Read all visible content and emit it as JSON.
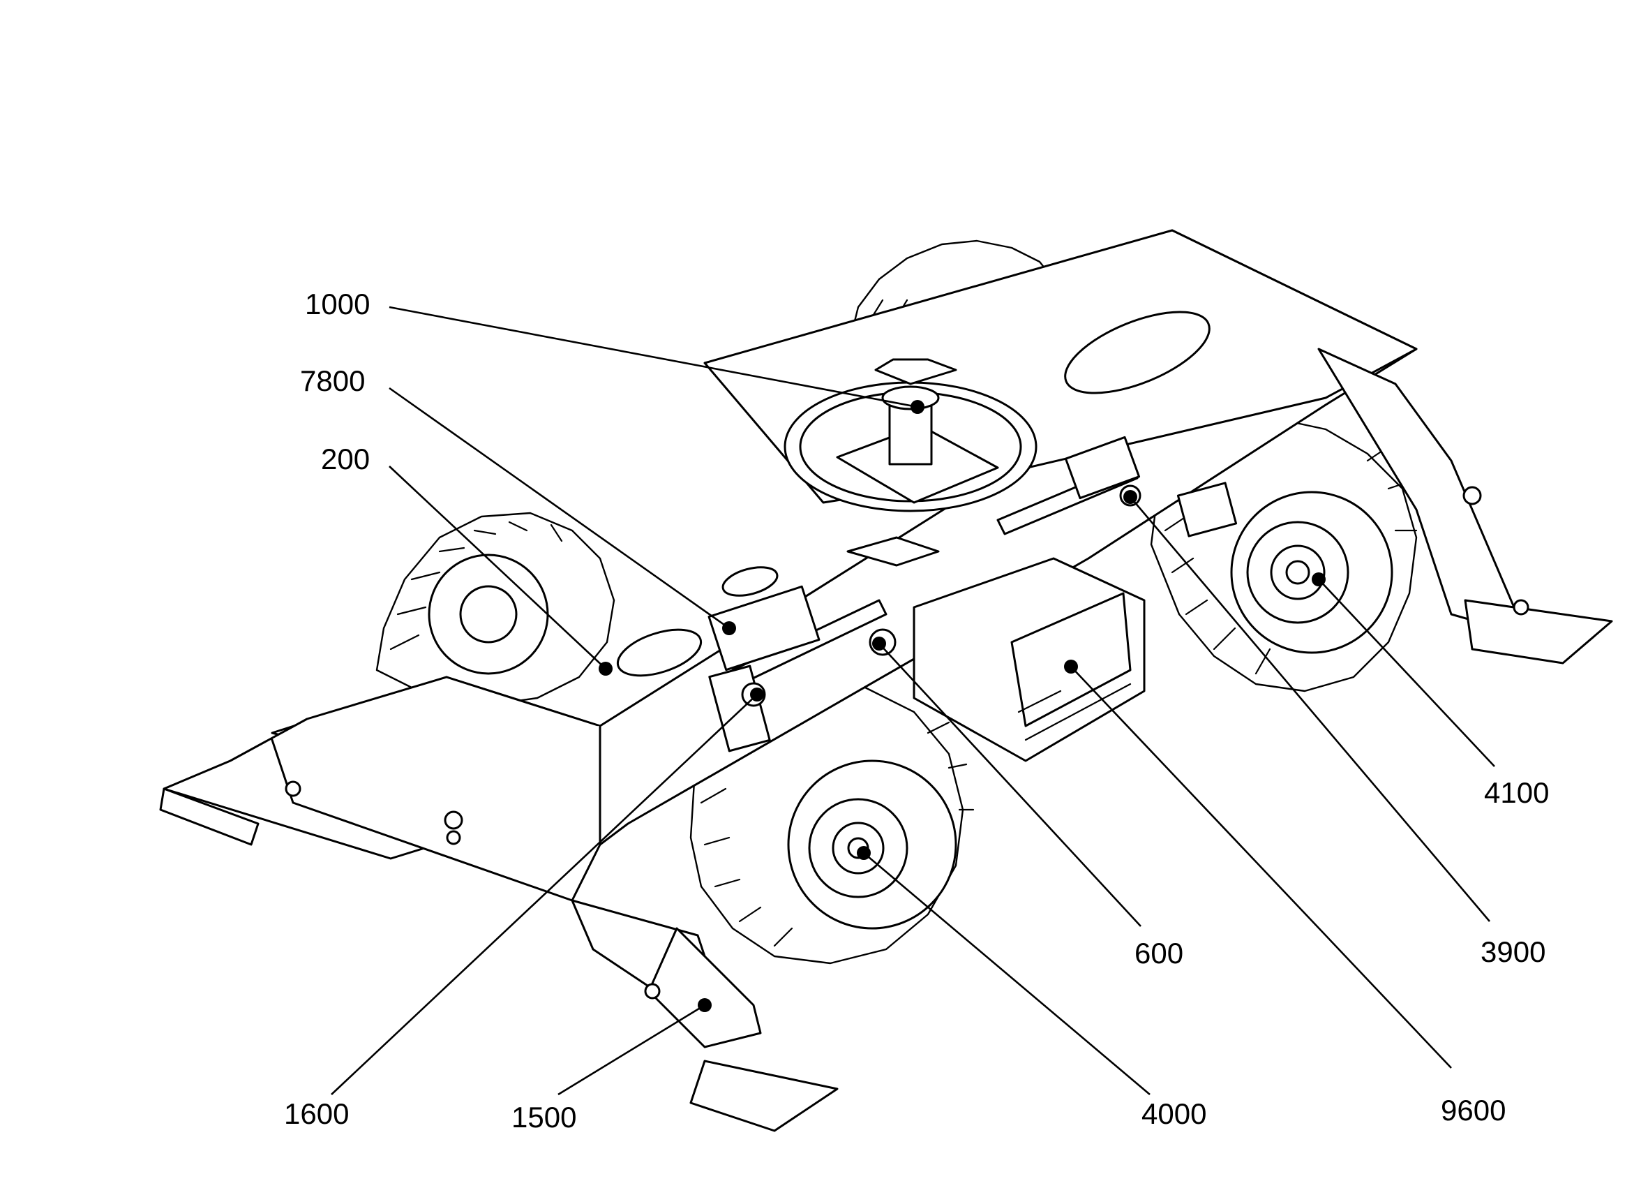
{
  "callouts": [
    {
      "id": "c1000",
      "label": "1000"
    },
    {
      "id": "c7800",
      "label": "7800"
    },
    {
      "id": "c200",
      "label": "200"
    },
    {
      "id": "c1600",
      "label": "1600"
    },
    {
      "id": "c1500",
      "label": "1500"
    },
    {
      "id": "c4000",
      "label": "4000"
    },
    {
      "id": "c600",
      "label": "600"
    },
    {
      "id": "c9600",
      "label": "9600"
    },
    {
      "id": "c3900",
      "label": "3900"
    },
    {
      "id": "c4100",
      "label": "4100"
    }
  ]
}
